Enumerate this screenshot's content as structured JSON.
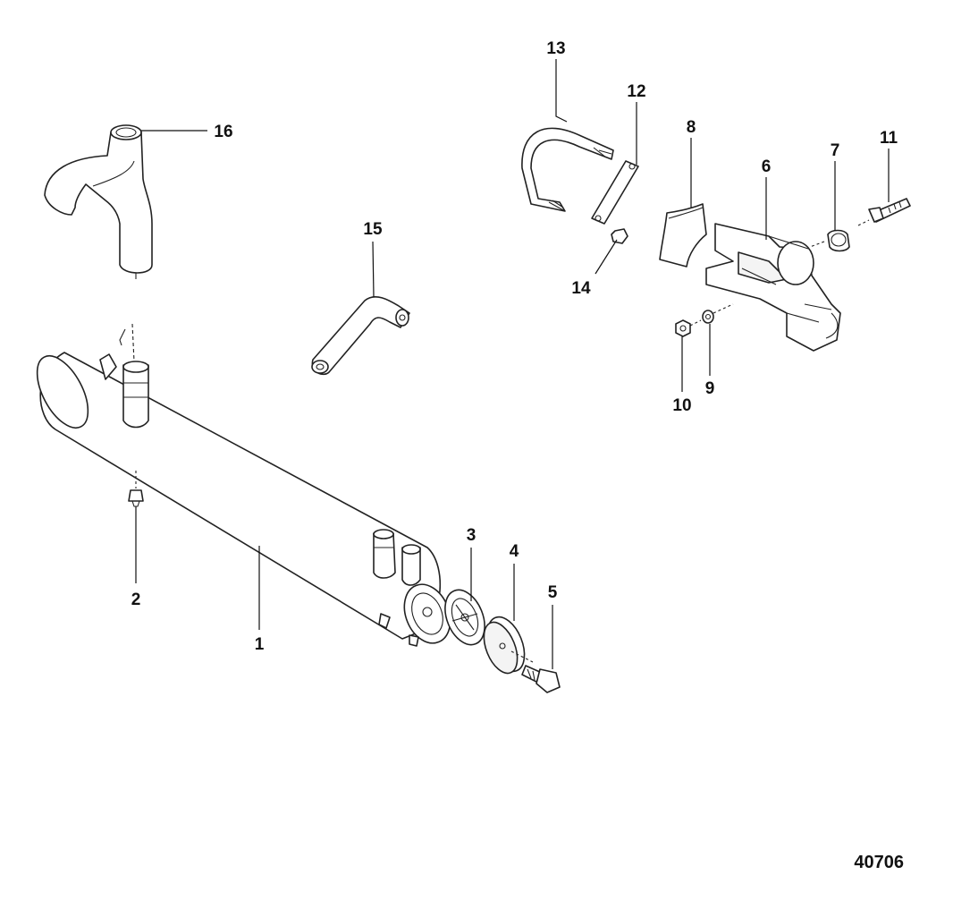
{
  "diagram": {
    "callouts": [
      "1",
      "2",
      "3",
      "4",
      "5",
      "6",
      "7",
      "8",
      "9",
      "10",
      "11",
      "12",
      "13",
      "14",
      "15",
      "16"
    ],
    "figure_number": "40706"
  },
  "colors": {
    "line": "#222222",
    "background": "#ffffff"
  }
}
